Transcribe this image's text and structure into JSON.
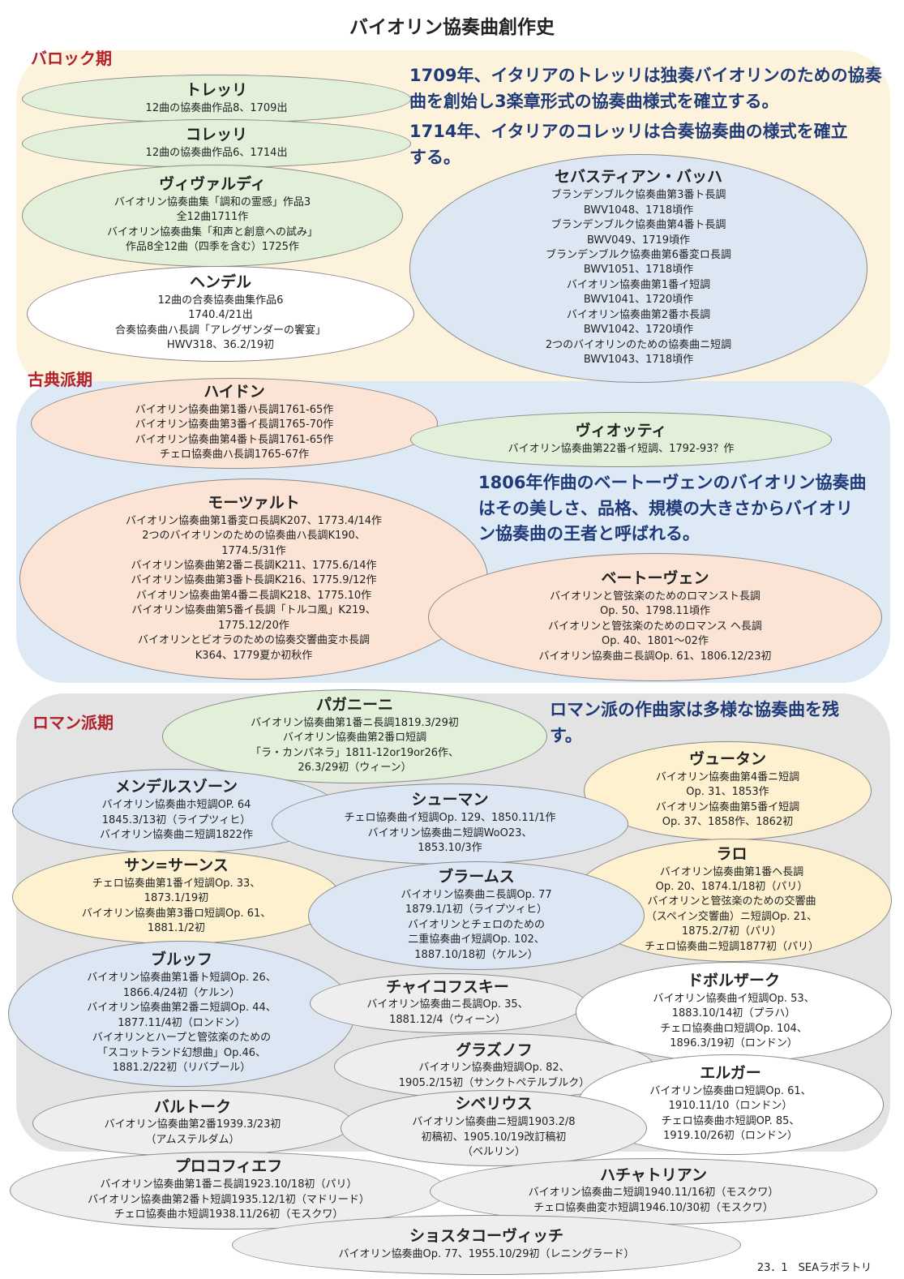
{
  "title": "バイオリン協奏曲創作史",
  "credit": "23．1　SEAラボラトリ",
  "colors": {
    "baroque_region": "#fdf3dc",
    "classical_region": "#dde9f5",
    "romantic_region": "#e3e3e3",
    "section_label": "#b3202a",
    "note_text": "#1f3a78"
  },
  "sections": {
    "baroque": {
      "label": "バロック期",
      "notes": [
        "1709年、イタリアのトレッリは独奏バイオリンのための協奏曲を創始し3楽章形式の協奏曲様式を確立する。",
        "1714年、イタリアのコレッリは合奏協奏曲の様式を確立する。"
      ],
      "composers": [
        {
          "name": "トレッリ",
          "lines": [
            "12曲の協奏曲作品8、1709出"
          ]
        },
        {
          "name": "コレッリ",
          "lines": [
            "12曲の協奏曲作品6、1714出"
          ]
        },
        {
          "name": "ヴィヴァルディ",
          "lines": [
            "バイオリン協奏曲集「調和の霊感」作品3",
            "全12曲1711作",
            "バイオリン協奏曲集「和声と創意への試み」",
            "作品8全12曲（四季を含む）1725作"
          ]
        },
        {
          "name": "ヘンデル",
          "lines": [
            "12曲の合奏協奏曲集作品6",
            "1740.4/21出",
            "合奏協奏曲ハ長調「アレグザンダーの饗宴」",
            "HWV318、36.2/19初"
          ]
        },
        {
          "name": "セバスティアン・バッハ",
          "lines": [
            "ブランデンブルク協奏曲第3番ト長調",
            "BWV1048、1718頃作",
            "ブランデンブルク協奏曲第4番ト長調",
            "BWV049、1719頃作",
            "ブランデンブルク協奏曲第6番変ロ長調",
            "BWV1051、1718頃作",
            "バイオリン協奏曲第1番イ短調",
            "BWV1041、1720頃作",
            "バイオリン協奏曲第2番ホ長調",
            "BWV1042、1720頃作",
            "2つのバイオリンのための協奏曲ニ短調",
            "BWV1043、1718頃作"
          ]
        }
      ]
    },
    "classical": {
      "label": "古典派期",
      "notes": [
        "1806年作曲のベートーヴェンのバイオリン協奏曲はその美しさ、品格、規模の大きさからバイオリン協奏曲の王者と呼ばれる。"
      ],
      "composers": [
        {
          "name": "ハイドン",
          "lines": [
            "バイオリン協奏曲第1番ハ長調1761-65作",
            "バイオリン協奏曲第3番イ長調1765-70作",
            "バイオリン協奏曲第4番ト長調1761-65作",
            "チェロ協奏曲ハ長調1765-67作"
          ]
        },
        {
          "name": "ヴィオッティ",
          "lines": [
            "バイオリン協奏曲第22番イ短調、1792-93？作"
          ]
        },
        {
          "name": "モーツァルト",
          "lines": [
            "バイオリン協奏曲第1番変ロ長調K207、1773.4/14作",
            "2つのバイオリンのための協奏曲ハ長調K190、",
            "1774.5/31作",
            "バイオリン協奏曲第2番ニ長調K211、1775.6/14作",
            "バイオリン協奏曲第3番ト長調K216、1775.9/12作",
            "バイオリン協奏曲第4番ニ長調K218、1775.10作",
            "バイオリン協奏曲第5番イ長調「トルコ風」K219、",
            "1775.12/20作",
            "バイオリンとビオラのための協奏交響曲変ホ長調",
            "K364、1779夏か初秋作"
          ]
        },
        {
          "name": "ベートーヴェン",
          "lines": [
            "バイオリンと管弦楽のためのロマンスト長調",
            "Op. 50、1798.11頃作",
            "バイオリンと管弦楽のためのロマンス ヘ長調",
            "Op. 40、1801〜02作",
            "バイオリン協奏曲ニ長調Op. 61、1806.12/23初"
          ]
        }
      ]
    },
    "romantic": {
      "label": "ロマン派期",
      "notes": [
        "ロマン派の作曲家は多様な協奏曲を残す。"
      ],
      "composers": [
        {
          "name": "パガニーニ",
          "lines": [
            "バイオリン協奏曲第1番ニ長調1819.3/29初",
            "バイオリン協奏曲第2番ロ短調",
            "「ラ・カンパネラ」1811-12or19or26作、",
            "26.3/29初（ウィーン）"
          ]
        },
        {
          "name": "ヴュータン",
          "lines": [
            "バイオリン協奏曲第4番ニ短調",
            "Op. 31、1853作",
            "バイオリン協奏曲第5番イ短調",
            "Op. 37、1858作、1862初"
          ]
        },
        {
          "name": "メンデルスゾーン",
          "lines": [
            "バイオリン協奏曲ホ短調OP. 64",
            "1845.3/13初（ライプツィヒ）",
            "バイオリン協奏曲ニ短調1822作"
          ]
        },
        {
          "name": "シューマン",
          "lines": [
            "チェロ協奏曲イ短調Op. 129、1850.11/1作",
            "バイオリン協奏曲ニ短調WoO23、",
            "1853.10/3作"
          ]
        },
        {
          "name": "ラロ",
          "lines": [
            "バイオリン協奏曲第1番ヘ長調",
            "Op. 20、1874.1/18初（パリ）",
            "バイオリンと管弦楽のための交響曲",
            "（スペイン交響曲）ニ短調Op. 21、",
            "1875.2/7初（パリ）",
            "チェロ協奏曲ニ短調1877初（パリ）"
          ]
        },
        {
          "name": "サン=サーンス",
          "lines": [
            "チェロ協奏曲第1番イ短調Op. 33、",
            "1873.1/19初",
            "バイオリン協奏曲第3番ロ短調Op. 61、",
            "1881.1/2初"
          ]
        },
        {
          "name": "ブラームス",
          "lines": [
            "バイオリン協奏曲ニ長調Op. 77",
            "1879.1/1初（ライプツィヒ）",
            "バイオリンとチェロのための",
            "二重協奏曲イ短調Op. 102、",
            "1887.10/18初（ケルン）"
          ]
        },
        {
          "name": "ブルッフ",
          "lines": [
            "バイオリン協奏曲第1番ト短調Op. 26、",
            "1866.4/24初（ケルン）",
            "バイオリン協奏曲第2番ニ短調Op. 44、",
            "1877.11/4初（ロンドン）",
            "バイオリンとハープと管弦楽のための",
            "「スコットランド幻想曲」Op.46、",
            "1881.2/22初（リバプール）"
          ]
        },
        {
          "name": "チャイコフスキー",
          "lines": [
            "バイオリン協奏曲ニ長調Op. 35、",
            "1881.12/4（ウィーン）"
          ]
        },
        {
          "name": "ドボルザーク",
          "lines": [
            "バイオリン協奏曲イ短調Op. 53、",
            "1883.10/14初（プラハ）",
            "チェロ協奏曲ロ短調Op. 104、",
            "1896.3/19初（ロンドン）"
          ]
        },
        {
          "name": "グラズノフ",
          "lines": [
            "バイオリン協奏曲短調Op. 82、",
            "1905.2/15初（サンクトペテルブルク）"
          ]
        },
        {
          "name": "エルガー",
          "lines": [
            "バイオリン協奏曲ロ短調Op. 61、",
            "1910.11/10（ロンドン）",
            "チェロ協奏曲ホ短調OP. 85、",
            "1919.10/26初（ロンドン）"
          ]
        },
        {
          "name": "バルトーク",
          "lines": [
            "バイオリン協奏曲第2番1939.3/23初",
            "（アムステルダム）"
          ]
        },
        {
          "name": "シベリウス",
          "lines": [
            "バイオリン協奏曲ニ短調1903.2/8",
            "初稿初、1905.10/19改訂稿初",
            "（ベルリン）"
          ]
        },
        {
          "name": "プロコフィエフ",
          "lines": [
            "バイオリン協奏曲第1番ニ長調1923.10/18初（パリ）",
            "バイオリン協奏曲第2番ト短調1935.12/1初（マドリード）",
            "チェロ協奏曲ホ短調1938.11/26初（モスクワ）"
          ]
        },
        {
          "name": "ハチャトリアン",
          "lines": [
            "バイオリン協奏曲ニ短調1940.11/16初（モスクワ）",
            "チェロ協奏曲変ホ短調1946.10/30初（モスクワ）"
          ]
        },
        {
          "name": "ショスタコーヴィッチ",
          "lines": [
            "バイオリン協奏曲Op. 77、1955.10/29初（レニングラード）"
          ]
        }
      ]
    }
  }
}
